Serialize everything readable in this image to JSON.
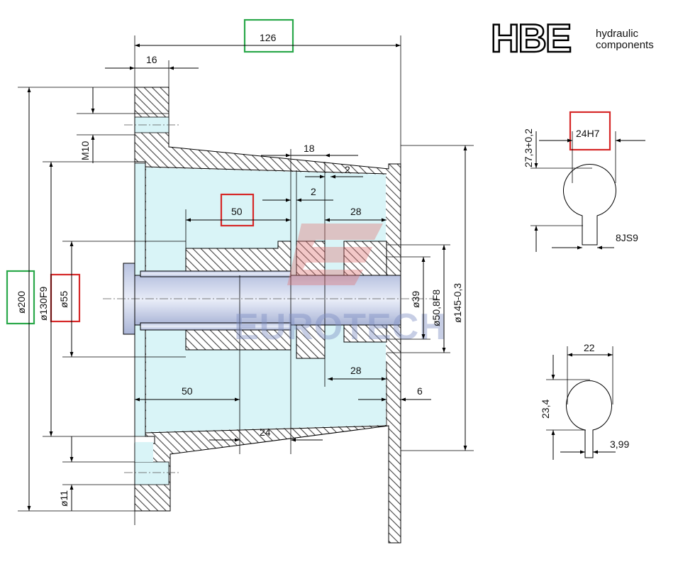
{
  "logo": {
    "mark": "HBE",
    "line1": "hydraulic",
    "line2": "components"
  },
  "watermark": {
    "text": "EUROTECH",
    "color_blue": "#8090c0",
    "color_red": "#e04848"
  },
  "dimensions": {
    "overall_length": "126",
    "flange_thickness": "16",
    "thread": "M10",
    "taper_offset": "18",
    "gap_a": "2",
    "gap_b": "2",
    "hub_length": "50",
    "bore_depth_upper": "28",
    "bore_depth_lower": "28",
    "bottom_length": "50",
    "wall": "6",
    "taper_bottom": "24",
    "flange_dia": "ø200",
    "pilot_dia": "ø130F9",
    "hub_dia": "ø55",
    "hole_dia": "ø11",
    "bore_39": "ø39",
    "bore_50": "ø50,8F8",
    "outer_145": "ø145-0,3"
  },
  "detail_keyed": {
    "width": "24H7",
    "height": "27,3+0,2",
    "key": "8JS9"
  },
  "detail_small": {
    "width": "22",
    "height": "23,4",
    "key": "3,99"
  },
  "highlight_colors": {
    "green": "#2aa84a",
    "red": "#d62828"
  }
}
